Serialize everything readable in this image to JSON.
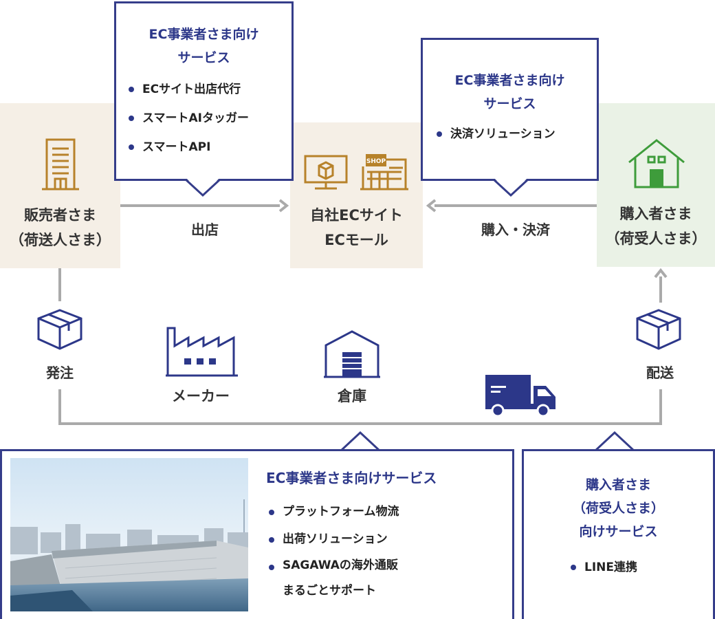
{
  "colors": {
    "navy": "#2c3789",
    "brown": "#b7822a",
    "green": "#3e9c3b",
    "beige_bg": "#f5efe6",
    "green_bg": "#eaf2e6",
    "connector_gray": "#aaaaaa"
  },
  "seller": {
    "line1": "販売者さま",
    "line2": "（荷送人さま）",
    "icon": "office-building-icon"
  },
  "site": {
    "line1": "自社ECサイト",
    "line2": "ECモール",
    "icons": [
      "computer-monitor-icon",
      "shop-icon"
    ],
    "shop_sign": "SHOP"
  },
  "buyer": {
    "line1": "購入者さま",
    "line2": "（荷受人さま）",
    "icon": "house-icon"
  },
  "flows": {
    "open_store": "出店",
    "purchase_payment": "購入・決済",
    "order": "発注",
    "delivery": "配送",
    "maker": "メーカー",
    "warehouse": "倉庫"
  },
  "callout_seller": {
    "title_line1": "EC事業者さま向け",
    "title_line2": "サービス",
    "items": [
      "ECサイト出店代行",
      "スマートAIタッガー",
      "スマートAPI"
    ]
  },
  "callout_payment": {
    "title_line1": "EC事業者さま向け",
    "title_line2": "サービス",
    "items": [
      "決済ソリューション"
    ]
  },
  "callout_logistics": {
    "title": "EC事業者さま向けサービス",
    "items": [
      "プラットフォーム物流",
      "出荷ソリューション",
      "SAGAWAの海外通販",
      "まるごとサポート"
    ]
  },
  "callout_buyer": {
    "title_line1": "購入者さま",
    "title_line2": "（荷受人さま）",
    "title_line3": "向けサービス",
    "items": [
      "LINE連携"
    ]
  }
}
